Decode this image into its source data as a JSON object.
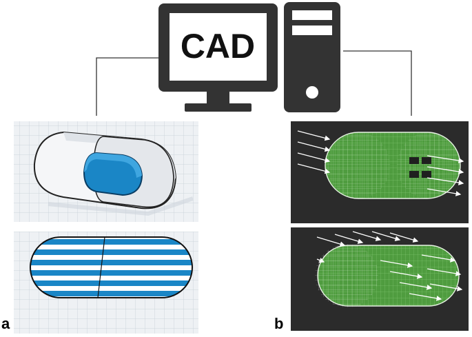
{
  "monitor": {
    "label": "CAD"
  },
  "panels": [
    {
      "label": "a"
    },
    {
      "label": "b"
    }
  ],
  "colors": {
    "computer": "#333333",
    "capsule_blue": "#1a86c6",
    "capsule_white": "#f3f4f6",
    "grid_bg": "#e9edf1",
    "grid_line": "#c5ced6",
    "dark_bg": "#2b2b2b",
    "mesh_green": "#4f9c3f"
  }
}
